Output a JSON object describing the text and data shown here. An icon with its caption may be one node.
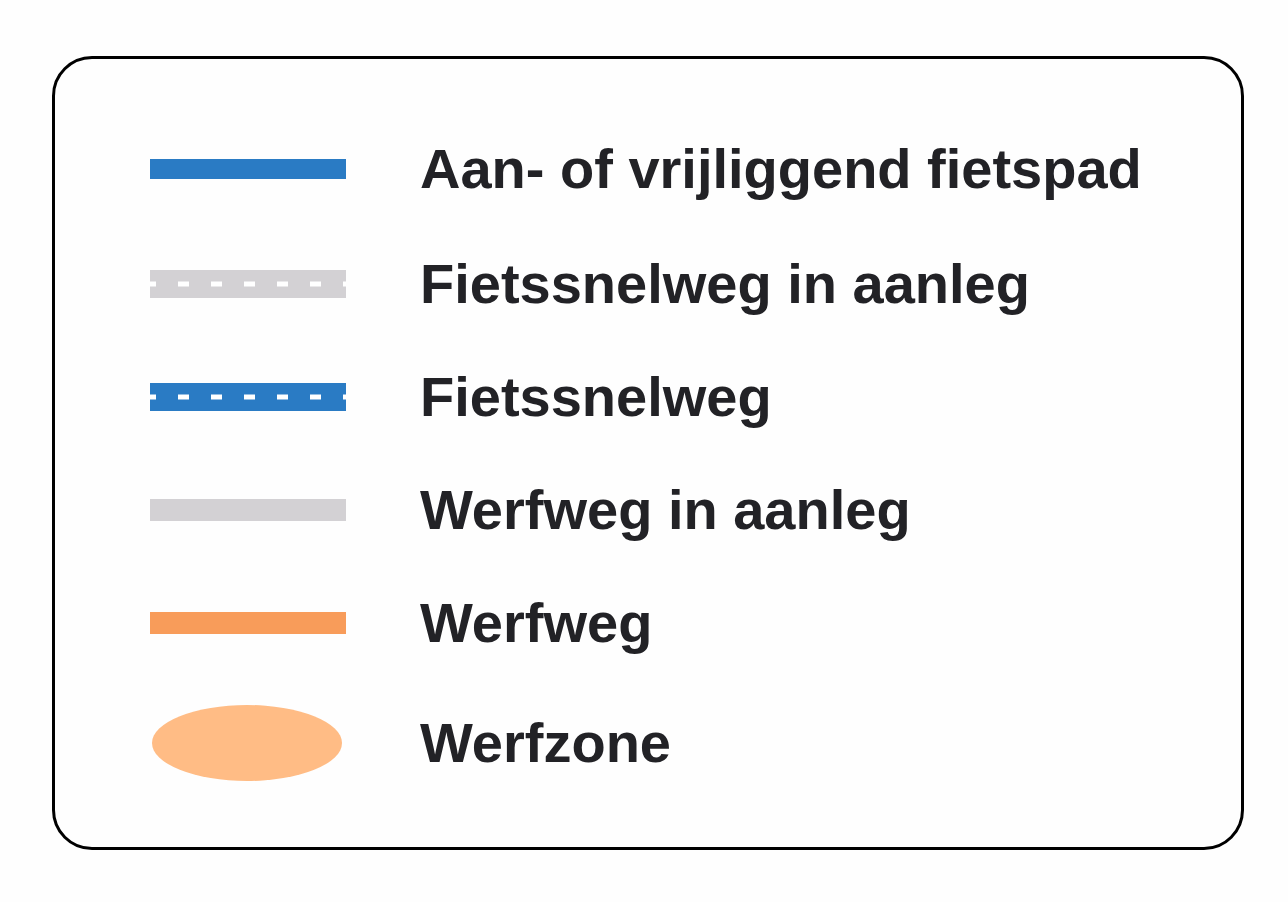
{
  "diagram": {
    "legend": [
      {
        "text": "Aan- of vrijliggend fietspad"
      },
      {
        "text": "Fietssnelweg in aanleg"
      },
      {
        "text": "Fietssnelweg"
      },
      {
        "text": "Werfweg in aanleg"
      },
      {
        "text": "Werfweg"
      },
      {
        "text": "Werfzone"
      }
    ]
  }
}
